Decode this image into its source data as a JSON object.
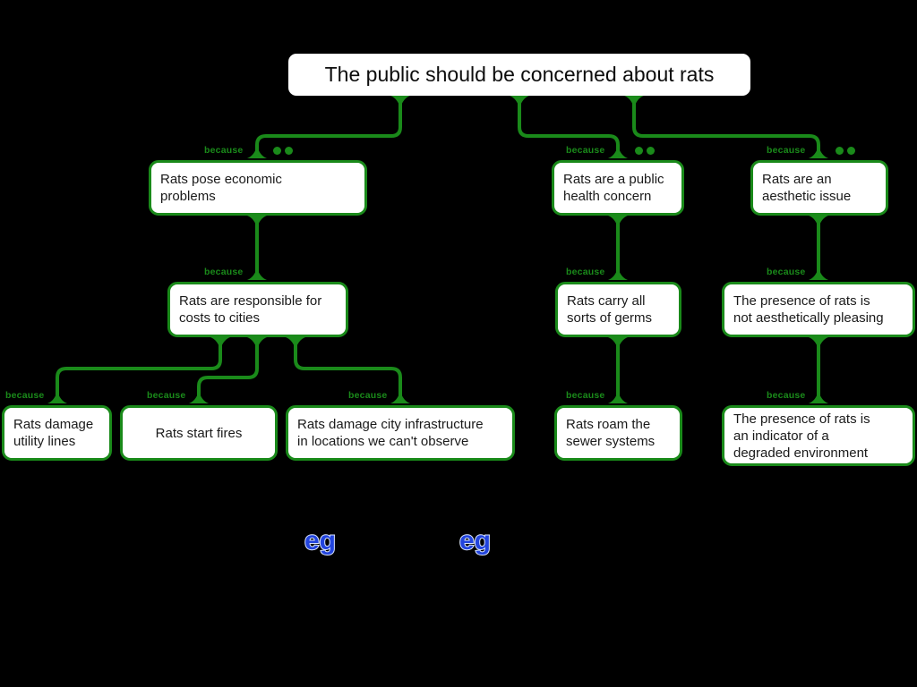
{
  "map": {
    "title": "The public should be concerned about rats",
    "connector_label": "because",
    "evidence_label": "eg",
    "colors": {
      "background": "#000000",
      "link": "#1a8a1a",
      "node_border": "#1a8a1a",
      "node_fill": "#ffffff",
      "because_text": "#1a8a1a",
      "eg_text": "#2244dd",
      "eg_outline": "#d8e4ff"
    },
    "contention": {
      "id": "n0",
      "text": "The public should be concerned about rats"
    },
    "nodes": [
      {
        "id": "n1",
        "text": "Rats pose economic\nproblems",
        "label": "because",
        "dots": 2,
        "level": 1
      },
      {
        "id": "n2",
        "text": "Rats are a public\nhealth concern",
        "label": "because",
        "dots": 2,
        "level": 1
      },
      {
        "id": "n3",
        "text": "Rats are an\naesthetic issue",
        "label": "because",
        "dots": 2,
        "level": 1
      },
      {
        "id": "n4",
        "text": "Rats are responsible for\ncosts to cities",
        "label": "because",
        "dots": 0,
        "level": 2
      },
      {
        "id": "n5",
        "text": "Rats carry all\nsorts of germs",
        "label": "because",
        "dots": 0,
        "level": 2
      },
      {
        "id": "n6",
        "text": "The presence of rats is\nnot aesthetically pleasing",
        "label": "because",
        "dots": 0,
        "level": 2
      },
      {
        "id": "n7",
        "text": "Rats damage\nutility lines",
        "label": "because",
        "dots": 0,
        "level": 3
      },
      {
        "id": "n8",
        "text": "Rats start fires",
        "label": "because",
        "dots": 0,
        "level": 3
      },
      {
        "id": "n9",
        "text": "Rats damage city infrastructure\nin locations we can't observe",
        "label": "because",
        "dots": 0,
        "level": 3
      },
      {
        "id": "n10",
        "text": "Rats roam the\nsewer systems",
        "label": "because",
        "dots": 0,
        "level": 3
      },
      {
        "id": "n11",
        "text": "The presence of rats is\nan indicator of a\ndegraded environment",
        "label": "because",
        "dots": 0,
        "level": 3
      }
    ],
    "evidence_markers": [
      {
        "id": "eg1",
        "text": "eg"
      },
      {
        "id": "eg2",
        "text": "eg"
      }
    ]
  }
}
